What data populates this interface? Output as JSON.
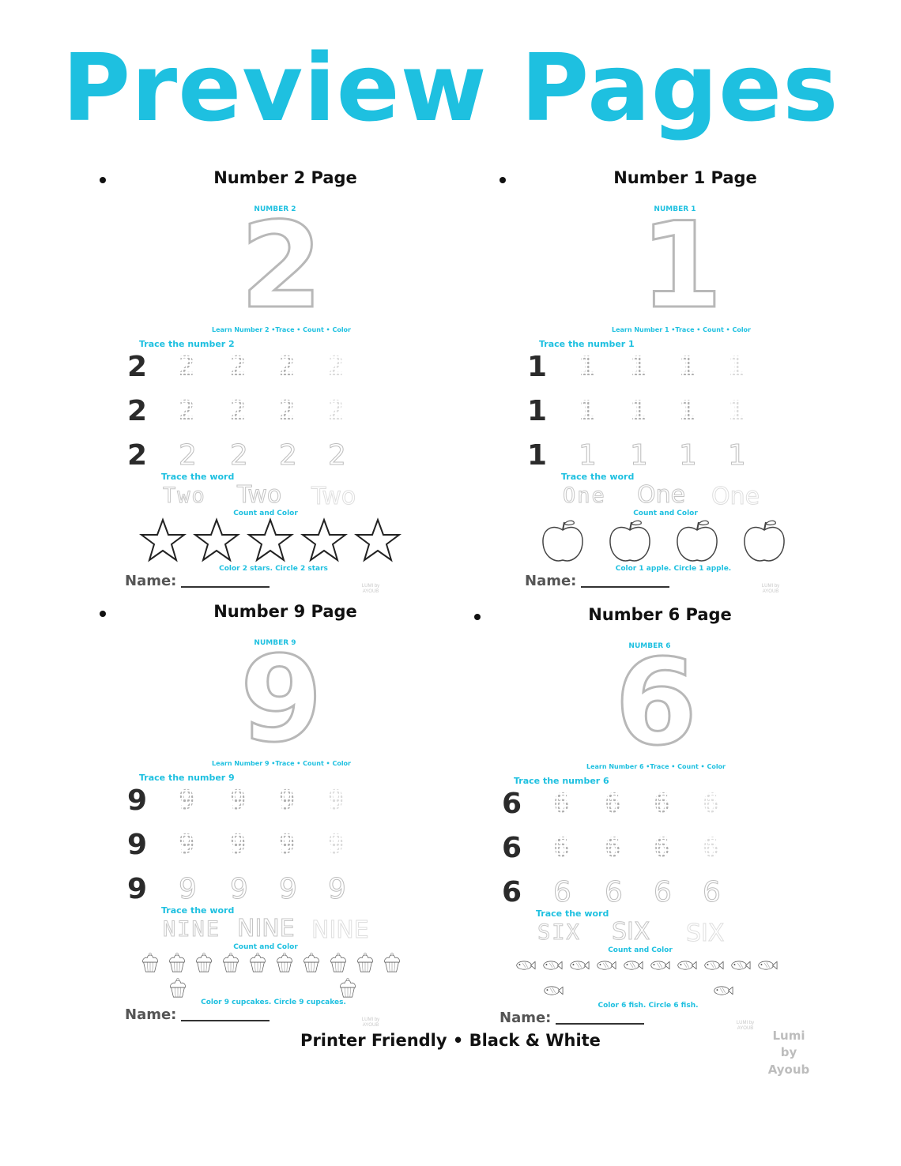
{
  "headline": {
    "text": "Preview Pages",
    "color": "#1ec0e0"
  },
  "panels": [
    {
      "title": "Number 2 Page",
      "number_label": "NUMBER 2",
      "big_digit": "2",
      "subtitle": "Learn Number 2 •Trace • Count • Color",
      "trace_number_label": "Trace the number 2",
      "digit": "2",
      "trace_word_label": "Trace the word",
      "word_dotted": "Two",
      "word_outline": "Two",
      "word_faint": "Two",
      "count_label": "Count and Color",
      "object_icon": "star-icon",
      "object_count": 5,
      "instruction": "Color 2 stars. Circle 2 stars",
      "name_label": "Name:",
      "watermark": "LUMI by AYOUB"
    },
    {
      "title": "Number 1 Page",
      "number_label": "NUMBER 1",
      "big_digit": "1",
      "subtitle": "Learn Number 1 •Trace • Count • Color",
      "trace_number_label": "Trace the number 1",
      "digit": "1",
      "trace_word_label": "Trace the word",
      "word_dotted": "One",
      "word_outline": "One",
      "word_faint": "One",
      "count_label": "Count and Color",
      "object_icon": "apple-icon",
      "object_count": 4,
      "instruction": "Color 1 apple. Circle 1 apple.",
      "name_label": "Name:",
      "watermark": "LUMI by AYOUB"
    },
    {
      "title": "Number 9 Page",
      "number_label": "NUMBER 9",
      "big_digit": "9",
      "subtitle": "Learn Number  9 •Trace • Count • Color",
      "trace_number_label": "Trace the number 9",
      "digit": "9",
      "trace_word_label": "Trace the word",
      "word_dotted": "NINE",
      "word_outline": "NINE",
      "word_faint": "NINE",
      "count_label": "Count and Color",
      "object_icon": "cupcake-icon",
      "object_count": 12,
      "instruction": "Color 9 cupcakes. Circle 9 cupcakes.",
      "name_label": "Name:",
      "watermark": "LUMI by AYOUB"
    },
    {
      "title": "Number 6 Page",
      "number_label": "NUMBER 6",
      "big_digit": "6",
      "subtitle": "Learn Number  6 •Trace • Count • Color",
      "trace_number_label": "Trace the number 6",
      "digit": "6",
      "trace_word_label": "Trace the word",
      "word_dotted": "SIX",
      "word_outline": "SIX",
      "word_faint": "SIX",
      "count_label": "Count and Color",
      "object_icon": "fish-icon",
      "object_count": 12,
      "instruction": "Color 6 fish. Circle 6 fish.",
      "name_label": "Name:",
      "watermark": "LUMI by AYOUB"
    }
  ],
  "footer": "Printer Friendly • Black & White",
  "brand": {
    "line1": "Lumi",
    "line2": "by",
    "line3": "Ayoub"
  }
}
